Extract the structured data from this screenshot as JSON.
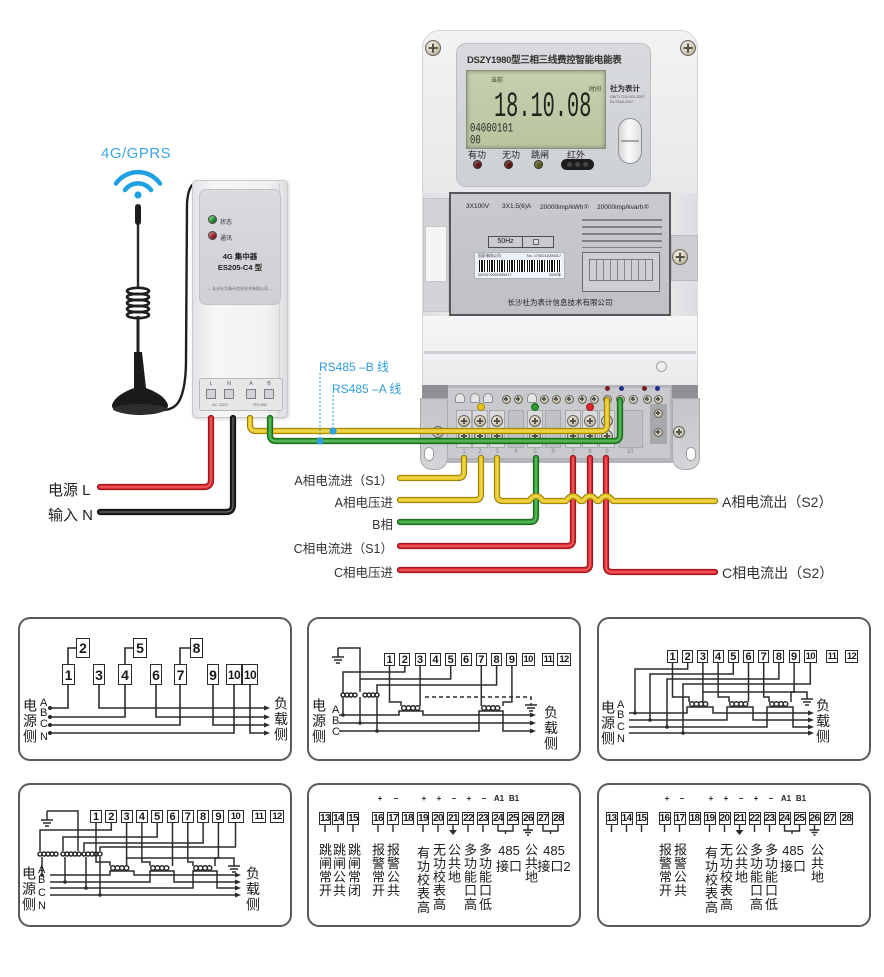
{
  "antenna": {
    "network_label": "4G/GPRS"
  },
  "concentrator": {
    "leds": [
      {
        "label": "状态",
        "color": "#2fa83a"
      },
      {
        "label": "通讯",
        "color": "#b3232b"
      }
    ],
    "name": "4G 集中器",
    "model": "ES205-C4 型",
    "company": "— 长沙社为表计信息技术有限公司 —",
    "terminals": [
      "L",
      "N",
      "A",
      "B"
    ],
    "terminal_groups": [
      "AC 220V",
      "RS-485"
    ]
  },
  "rs485_callouts": {
    "b_wire": "RS485 –B 线",
    "a_wire": "RS485 –A 线"
  },
  "power_input": {
    "live": "电源 L",
    "neutral": "输入 N"
  },
  "meter": {
    "title": "DSZY1980型三相三线费控智能电能表",
    "lcd": {
      "mode": "当前",
      "item": "时间",
      "reading": "18.10.08",
      "code": "04000101",
      "sub_code": "00"
    },
    "brand": "社为表计",
    "standards": [
      "GB/T17215.301-2007",
      "DL/T645-2007"
    ],
    "indicators": [
      {
        "label": "有功",
        "color": "#5e1414"
      },
      {
        "label": "无功",
        "color": "#5e1414"
      },
      {
        "label": "跳闸",
        "color": "#5a5a1c"
      },
      {
        "label": "红外",
        "color": "#1d1d1d"
      }
    ],
    "nameplate": {
      "specs": [
        "3X100V",
        "3X1.5(6)A",
        "20000imp/kWh①",
        "20000imp/kvarh②"
      ],
      "frequency": "50Hz",
      "barcode": {
        "owner": "国家电网公司",
        "number": "No. 1700011000017",
        "digits": "2001170001000017",
        "year": "2020年"
      },
      "manufacturer": "长沙社为表计信息技术有限公司"
    },
    "terminal_numbers": [
      "1",
      "2",
      "3",
      "4",
      "5",
      "6",
      "7",
      "8",
      "9",
      "10"
    ]
  },
  "wiring": {
    "inputs": [
      "A相电流进（S1）",
      "A相电压进",
      "B相",
      "C相电流进（S1）",
      "C相电压进"
    ],
    "outputs": [
      "A相电流出（S2）",
      "C相电流出（S2）"
    ]
  },
  "colors": {
    "phase_a": "#e8c51a",
    "phase_b": "#2b9b2b",
    "phase_c": "#e0262b",
    "neutral": "#1c1c1c",
    "callout": "#2e9fdc",
    "signal": "#1ea0e3"
  },
  "diagrams": [
    {
      "terminals": [
        "1",
        "2",
        "3",
        "4",
        "5",
        "6",
        "7",
        "8",
        "9",
        "10",
        "10"
      ],
      "source_side": "电源侧",
      "load_side": "负载侧",
      "phases": [
        "A",
        "B",
        "C",
        "N"
      ]
    },
    {
      "terminals": [
        "1",
        "2",
        "3",
        "4",
        "5",
        "6",
        "7",
        "8",
        "9",
        "10",
        "11",
        "12"
      ],
      "source_side": "电源侧",
      "load_side": "负载侧",
      "phases": [
        "A",
        "B",
        "C"
      ]
    },
    {
      "terminals": [
        "1",
        "2",
        "3",
        "4",
        "5",
        "6",
        "7",
        "8",
        "9",
        "10",
        "11",
        "12"
      ],
      "source_side": "电源侧",
      "load_side": "负载侧",
      "phases": [
        "A",
        "B",
        "C",
        "N"
      ]
    },
    {
      "terminals": [
        "1",
        "2",
        "3",
        "4",
        "5",
        "6",
        "7",
        "8",
        "9",
        "10",
        "11",
        "12"
      ],
      "source_side": "电源侧",
      "load_side": "负载侧",
      "phases": [
        "A",
        "B",
        "C",
        "N"
      ]
    },
    {
      "polarity": [
        "+",
        "−",
        "+",
        "+",
        "−",
        "+",
        "−",
        "A1",
        "B1"
      ],
      "terminals": [
        "13",
        "14",
        "15",
        "16",
        "17",
        "18",
        "19",
        "20",
        "21",
        "22",
        "23",
        "24",
        "25",
        "26",
        "27",
        "28"
      ],
      "functions": [
        {
          "text": "跳闸常开"
        },
        {
          "text": "跳闸公共"
        },
        {
          "text": "跳闸常闭"
        },
        {
          "text": "报警常开"
        },
        {
          "text": "报警公共"
        },
        {
          "text": "有功校表高"
        },
        {
          "text": "无功校表高"
        },
        {
          "text": "公共地"
        },
        {
          "text": "多功能口高"
        },
        {
          "text": "多功能口低"
        },
        {
          "text": "485",
          "sub": "接口"
        },
        {
          "text": "公共地"
        },
        {
          "text": "485",
          "sub": "接口2"
        }
      ]
    },
    {
      "polarity": [
        "+",
        "−",
        "+",
        "+",
        "−",
        "+",
        "−",
        "A1",
        "B1"
      ],
      "terminals": [
        "13",
        "14",
        "15",
        "16",
        "17",
        "18",
        "19",
        "20",
        "21",
        "22",
        "23",
        "24",
        "25",
        "26",
        "27",
        "28"
      ],
      "functions": [
        {
          "text": "报警常开"
        },
        {
          "text": "报警公共"
        },
        {
          "text": "有功校表高"
        },
        {
          "text": "无功校表高"
        },
        {
          "text": "公共地"
        },
        {
          "text": "多功能口高"
        },
        {
          "text": "多功能口低"
        },
        {
          "text": "485",
          "sub": "接口"
        },
        {
          "text": "公共地"
        }
      ]
    }
  ]
}
